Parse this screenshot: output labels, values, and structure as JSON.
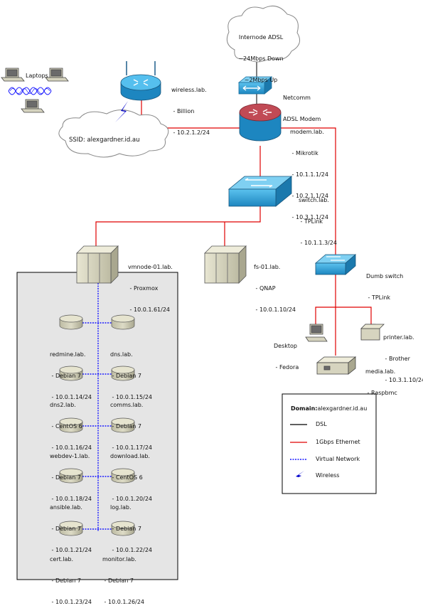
{
  "internet": {
    "lines": [
      "Internode ADSL",
      "~24Mbps Down",
      "~2Mbps Up"
    ]
  },
  "modem": {
    "lines": [
      "Netcomm",
      "ADSL Modem"
    ]
  },
  "wireless_router": {
    "lines": [
      "wireless.lab.",
      " - Billion",
      " - 10.2.1.2/24"
    ]
  },
  "router": {
    "lines": [
      "modem.lab.",
      " - Mikrotik",
      " - 10.1.1.1/24",
      " - 10.2.1.1/24",
      " - 10.3.1.1/24"
    ]
  },
  "laptops": {
    "label": "Laptops"
  },
  "ssid": {
    "label": "SSID: alexgardner.id.au"
  },
  "switch": {
    "lines": [
      "switch.lab.",
      " - TPLink",
      " - 10.1.1.3/24"
    ]
  },
  "vmnode": {
    "lines": [
      "vmnode-01.lab.",
      " - Proxmox",
      " - 10.0.1.61/24"
    ]
  },
  "fs": {
    "lines": [
      "fs-01.lab.",
      " - QNAP",
      " - 10.0.1.10/24"
    ]
  },
  "dumb_switch": {
    "lines": [
      "Dumb switch",
      " - TPLink"
    ]
  },
  "desktop": {
    "lines": [
      "Desktop",
      " - Fedora"
    ]
  },
  "printer": {
    "lines": [
      "printer.lab.",
      " - Brother",
      " - 10.3.1.10/24"
    ]
  },
  "media": {
    "lines": [
      "media.lab.",
      " - Raspbmc"
    ]
  },
  "vms": [
    {
      "lines": [
        "redmine.lab.",
        " - Debian 7",
        " - 10.0.1.14/24"
      ]
    },
    {
      "lines": [
        "dns.lab.",
        " - Debian 7",
        " - 10.0.1.15/24"
      ]
    },
    {
      "lines": [
        "dns2.lab.",
        " - CentOS 6",
        " - 10.0.1.16/24"
      ]
    },
    {
      "lines": [
        "comms.lab.",
        " - Debian 7",
        " - 10.0.1.17/24"
      ]
    },
    {
      "lines": [
        "webdev-1.lab.",
        " - Debian 7",
        " - 10.0.1.18/24"
      ]
    },
    {
      "lines": [
        "download.lab.",
        " - CentOS 6",
        " - 10.0.1.20/24"
      ]
    },
    {
      "lines": [
        "ansible.lab.",
        " - Debian 7",
        " - 10.0.1.21/24"
      ]
    },
    {
      "lines": [
        "log.lab.",
        " - Debian 7",
        " - 10.0.1.22/24"
      ]
    },
    {
      "lines": [
        "cert.lab.",
        " - Debian 7",
        " - 10.0.1.23/24"
      ]
    },
    {
      "lines": [
        "monitor.lab.",
        " - Debian 7",
        " - 10.0.1.26/24"
      ]
    }
  ],
  "legend": {
    "domain_label": "Domain:",
    "domain_value": "alexgardner.id.au",
    "items": [
      {
        "label": "DSL",
        "color": "#000000"
      },
      {
        "label": "1Gbps Ethernet",
        "color": "#e00000"
      },
      {
        "label": "Virtual Network",
        "color": "#1a1aff"
      },
      {
        "label": "Wireless",
        "color": "#0000cc"
      }
    ]
  },
  "colors": {
    "dsl": "#000000",
    "ethernet": "#e00000",
    "virtual": "#1a1aff",
    "wireless": "#0000cc",
    "device_blue": "#2a9fd6",
    "router_red": "#c14a55",
    "server_beige": "#d8d6c0",
    "vm_panel": "#e5e5e5"
  }
}
